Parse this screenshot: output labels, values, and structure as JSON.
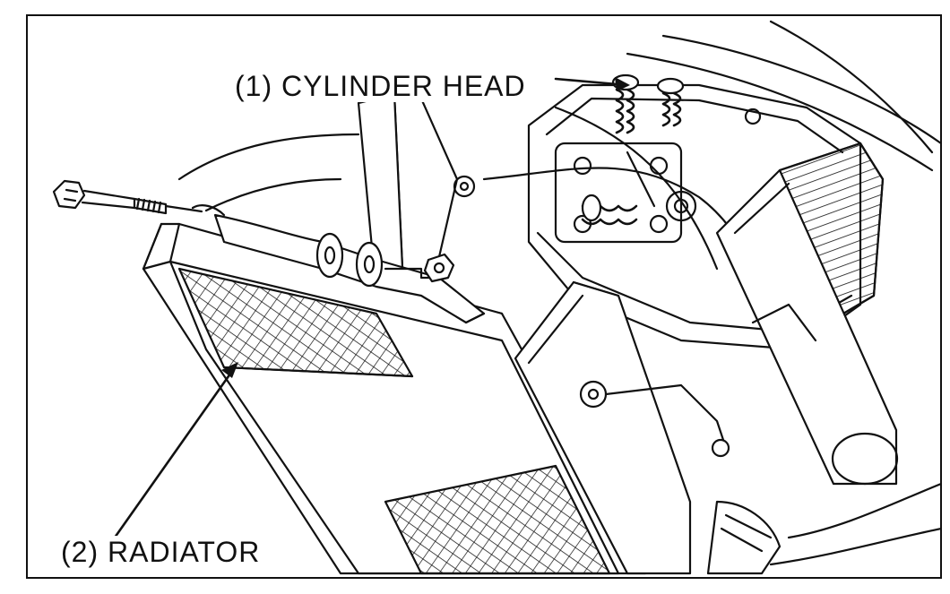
{
  "callouts": [
    {
      "id": "cylinder-head",
      "text": "(1) CYLINDER HEAD"
    },
    {
      "id": "radiator",
      "text": "(2) RADIATOR"
    }
  ],
  "colors": {
    "ink": "#111111",
    "paper": "#ffffff"
  }
}
